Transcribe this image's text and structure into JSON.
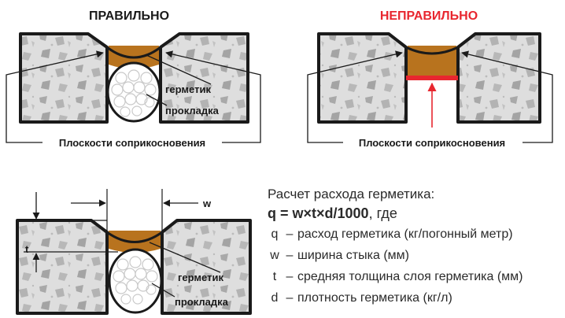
{
  "headings": {
    "correct": "ПРАВИЛЬНО",
    "incorrect": "НЕПРАВИЛЬНО"
  },
  "labels": {
    "sealant": "герметик",
    "backer": "прокладка",
    "contact_surfaces": "Плоскости соприкосновения",
    "width_symbol": "w",
    "thickness_symbol": "t"
  },
  "formula": {
    "title": "Расчет расхода герметика:",
    "equation": "q = w×t×d/1000",
    "equation_suffix": ", где",
    "terms": [
      {
        "symbol": "q",
        "dash": "–",
        "desc": "расход герметика (кг/погонный метр)"
      },
      {
        "symbol": "w",
        "dash": "–",
        "desc": "ширина стыка (мм)"
      },
      {
        "symbol": "t",
        "dash": "–",
        "desc": "средняя толщина слоя герметика (мм)"
      },
      {
        "symbol": "d",
        "dash": "–",
        "desc": "плотность герметика (кг/л)"
      }
    ]
  },
  "colors": {
    "correct_heading": "#1a1a1a",
    "incorrect_heading": "#e8262f",
    "sealant": "#b8731e",
    "concrete": "#dcdcdc",
    "outline": "#1a1a1a",
    "error_mark": "#e8262f"
  }
}
